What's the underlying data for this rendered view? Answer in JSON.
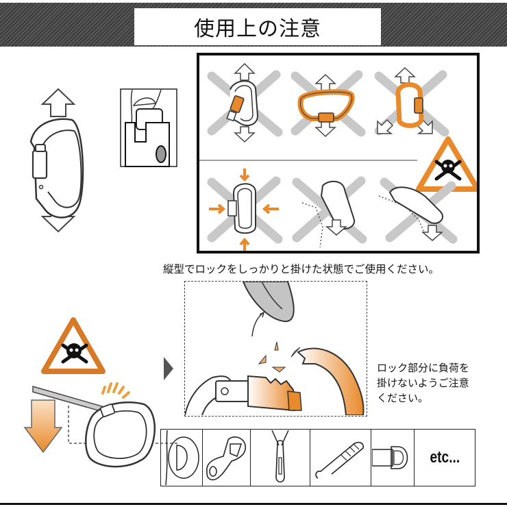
{
  "header": {
    "title": "使用上の注意"
  },
  "colors": {
    "accent_orange": "#e8892b",
    "cross_gray": "#c8c8c8",
    "banner_stripe_dark": "#3a3a3a",
    "banner_stripe_light": "#5a5a5a"
  },
  "diagrams": {
    "correct_use": {
      "icon": "carabiner-vertical-load-icon",
      "detail_icon": "screw-lock-detail-icon"
    },
    "incorrect_uses": [
      {
        "icon": "carabiner-cross-loaded-gate-icon"
      },
      {
        "icon": "carabiner-horizontal-load-icon"
      },
      {
        "icon": "carabiner-three-way-load-icon"
      },
      {
        "icon": "carabiner-compressed-icon"
      },
      {
        "icon": "carabiner-edge-load-icon"
      },
      {
        "icon": "carabiner-over-edge-icon"
      }
    ],
    "danger_icon": "skull-warning-triangle-icon"
  },
  "main_caption": "縦型でロックをしっかりと掛けた状態でご使用ください。",
  "side_note": {
    "line1": "ロック部分に負荷を",
    "line2": "掛けないようご注意",
    "line3": "ください。"
  },
  "strip": {
    "items": [
      {
        "icon": "rope-ring-icon"
      },
      {
        "icon": "figure-eight-descender-icon"
      },
      {
        "icon": "quickdraw-sling-icon"
      },
      {
        "icon": "spring-snap-hook-icon"
      },
      {
        "icon": "d-ring-strap-icon"
      },
      {
        "label": "etc..."
      }
    ]
  }
}
